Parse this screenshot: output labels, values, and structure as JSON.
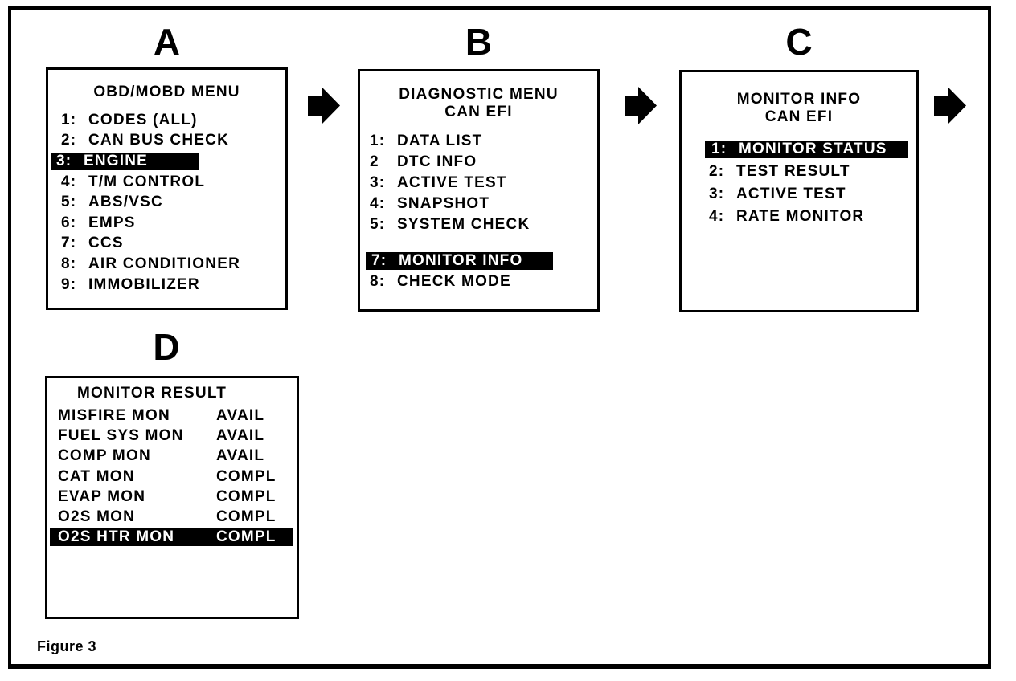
{
  "figure_label": "Figure 3",
  "colors": {
    "ink": "#000000",
    "paper": "#ffffff",
    "highlight_bg": "#000000",
    "highlight_fg": "#ffffff"
  },
  "arrows": {
    "glyph": "right-block-arrow",
    "count": 3
  },
  "panel_a": {
    "letter": "A",
    "title_lines": [
      "OBD/MOBD MENU"
    ],
    "items": [
      {
        "num": "1:",
        "label": "CODES (ALL)",
        "highlighted": false
      },
      {
        "num": "2:",
        "label": "CAN BUS CHECK",
        "highlighted": false
      },
      {
        "num": "3:",
        "label": "ENGINE",
        "highlighted": true
      },
      {
        "num": "4:",
        "label": "T/M CONTROL",
        "highlighted": false
      },
      {
        "num": "5:",
        "label": "ABS/VSC",
        "highlighted": false
      },
      {
        "num": "6:",
        "label": "EMPS",
        "highlighted": false
      },
      {
        "num": "7:",
        "label": "CCS",
        "highlighted": false
      },
      {
        "num": "8:",
        "label": "AIR CONDITIONER",
        "highlighted": false
      },
      {
        "num": "9:",
        "label": "IMMOBILIZER",
        "highlighted": false
      }
    ]
  },
  "panel_b": {
    "letter": "B",
    "title_lines": [
      "DIAGNOSTIC MENU",
      "CAN EFI"
    ],
    "items": [
      {
        "num": "1:",
        "label": "DATA LIST",
        "highlighted": false
      },
      {
        "num": "2",
        "label": "DTC INFO",
        "highlighted": false
      },
      {
        "num": "3:",
        "label": "ACTIVE TEST",
        "highlighted": false
      },
      {
        "num": "4:",
        "label": "SNAPSHOT",
        "highlighted": false
      },
      {
        "num": "5:",
        "label": "SYSTEM CHECK",
        "highlighted": false
      },
      {
        "num": "7:",
        "label": "MONITOR INFO",
        "highlighted": true,
        "gap_before": true
      },
      {
        "num": "8:",
        "label": "CHECK MODE",
        "highlighted": false
      }
    ]
  },
  "panel_c": {
    "letter": "C",
    "title_lines": [
      "MONITOR INFO",
      "CAN EFI"
    ],
    "items": [
      {
        "num": "1:",
        "label": "MONITOR STATUS",
        "highlighted": true
      },
      {
        "num": "2:",
        "label": "TEST RESULT",
        "highlighted": false
      },
      {
        "num": "3:",
        "label": "ACTIVE TEST",
        "highlighted": false
      },
      {
        "num": "4:",
        "label": "RATE MONITOR",
        "highlighted": false
      }
    ]
  },
  "panel_d": {
    "letter": "D",
    "title_lines": [
      "MONITOR RESULT"
    ],
    "rows": [
      {
        "label": "MISFIRE MON",
        "value": "AVAIL",
        "highlighted": false
      },
      {
        "label": "FUEL SYS MON",
        "value": "AVAIL",
        "highlighted": false
      },
      {
        "label": "COMP MON",
        "value": "AVAIL",
        "highlighted": false
      },
      {
        "label": "CAT MON",
        "value": "COMPL",
        "highlighted": false
      },
      {
        "label": "EVAP MON",
        "value": "COMPL",
        "highlighted": false
      },
      {
        "label": "O2S MON",
        "value": "COMPL",
        "highlighted": false
      },
      {
        "label": "O2S HTR MON",
        "value": "COMPL",
        "highlighted": true
      }
    ]
  }
}
